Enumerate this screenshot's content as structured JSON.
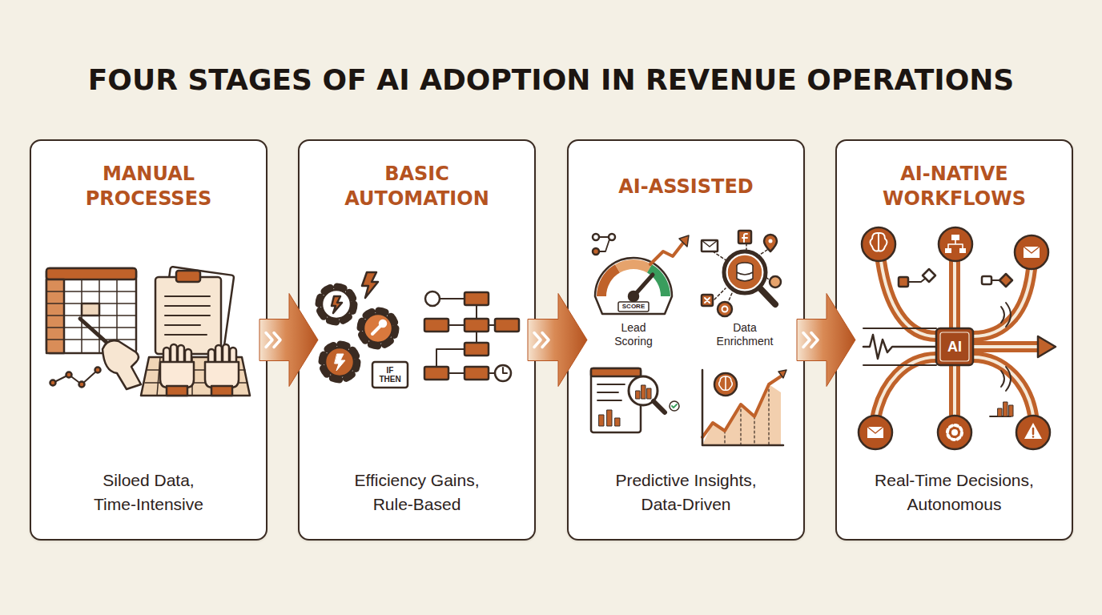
{
  "diagram": {
    "title": "FOUR STAGES OF AI ADOPTION IN REVENUE OPERATIONS",
    "nodes": [
      {
        "text": [
          "MANUAL PROCESSES",
          "Siloed Data, Time-Intensive"
        ]
      },
      {
        "text": [
          "BASIC AUTOMATION",
          "Efficiency Gains, Rule-Based"
        ]
      },
      {
        "text": [
          "AI-ASSISTED",
          "Predictive Insights, Data-Driven"
        ]
      },
      {
        "text": [
          "AI-NATIVE WORKFLOWS",
          "Real-Time Decisions, Autonomous"
        ]
      }
    ],
    "edges": [
      {
        "from": 0,
        "to": 1,
        "arrow": "to"
      },
      {
        "from": 1,
        "to": 2,
        "arrow": "to"
      },
      {
        "from": 2,
        "to": 3,
        "arrow": "to"
      }
    ],
    "labels": [
      "IF THEN",
      "SCORE",
      "Lead Scoring",
      "Data Enrichment",
      "AI"
    ]
  }
}
